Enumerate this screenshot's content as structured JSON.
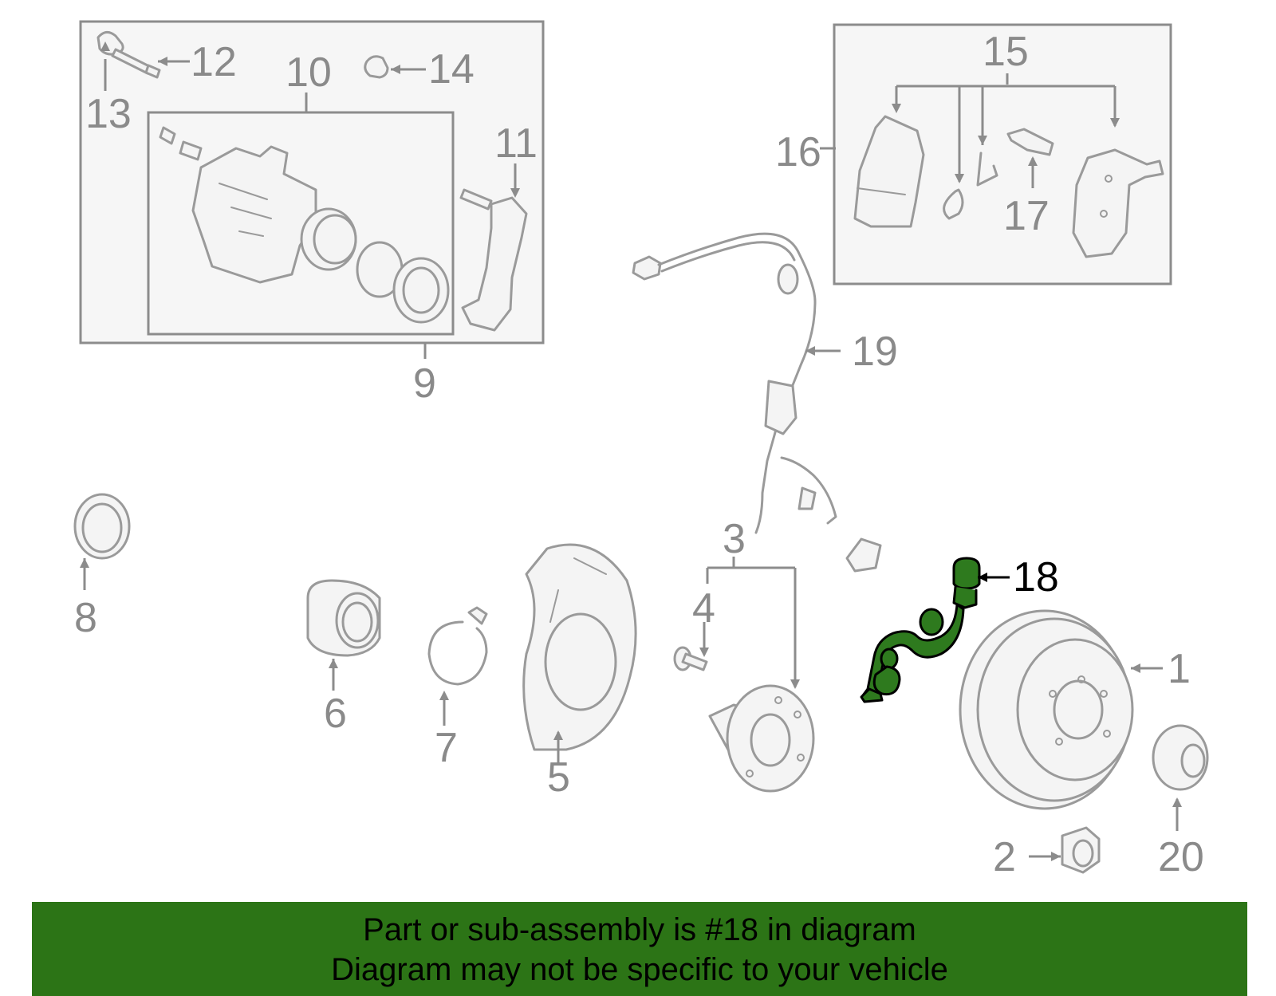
{
  "callouts": {
    "c1": "1",
    "c2": "2",
    "c3": "3",
    "c4": "4",
    "c5": "5",
    "c6": "6",
    "c7": "7",
    "c8": "8",
    "c9": "9",
    "c10": "10",
    "c11": "11",
    "c12": "12",
    "c13": "13",
    "c14": "14",
    "c15": "15",
    "c16": "16",
    "c17": "17",
    "c18": "18",
    "c19": "19",
    "c20": "20"
  },
  "highlight": {
    "part_number": "18",
    "color": "#2e7a1e"
  },
  "banner": {
    "line1": "Part or sub-assembly is #18 in diagram",
    "line2": "Diagram may not be specific to your vehicle",
    "background": "#2c7416"
  }
}
